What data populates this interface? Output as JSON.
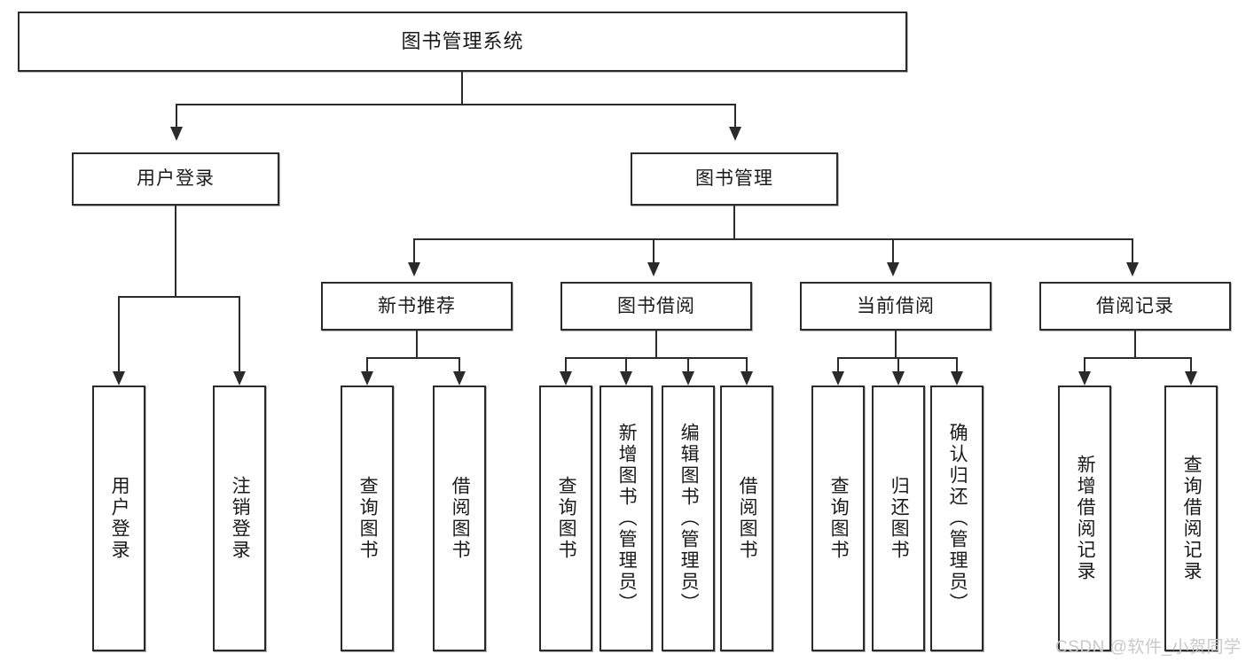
{
  "diagram": {
    "title": "图书管理系统",
    "type": "tree",
    "root": {
      "label": "图书管理系统"
    },
    "level2": [
      {
        "label": "用户登录"
      },
      {
        "label": "图书管理"
      }
    ],
    "level3": [
      {
        "label": "新书推荐"
      },
      {
        "label": "图书借阅"
      },
      {
        "label": "当前借阅"
      },
      {
        "label": "借阅记录"
      }
    ],
    "leaves": {
      "user_login": [
        {
          "label": "用户登录"
        },
        {
          "label": "注销登录"
        }
      ],
      "new_book_recommend": [
        {
          "label": "查询图书"
        },
        {
          "label": "借阅图书"
        }
      ],
      "book_borrow": [
        {
          "label": "查询图书"
        },
        {
          "label": "新增图书（管理员）"
        },
        {
          "label": "编辑图书（管理员）"
        },
        {
          "label": "借阅图书"
        }
      ],
      "current_borrow": [
        {
          "label": "查询图书"
        },
        {
          "label": "归还图书"
        },
        {
          "label": "确认归还（管理员）"
        }
      ],
      "borrow_record": [
        {
          "label": "新增借阅记录"
        },
        {
          "label": "查询借阅记录"
        }
      ]
    }
  },
  "watermark": {
    "text": "CSDN @软件_小贺同学"
  },
  "colors": {
    "border": "#2b2b2b",
    "background": "#ffffff",
    "text": "#1a1a1a",
    "watermark": "#c9c9c9"
  }
}
